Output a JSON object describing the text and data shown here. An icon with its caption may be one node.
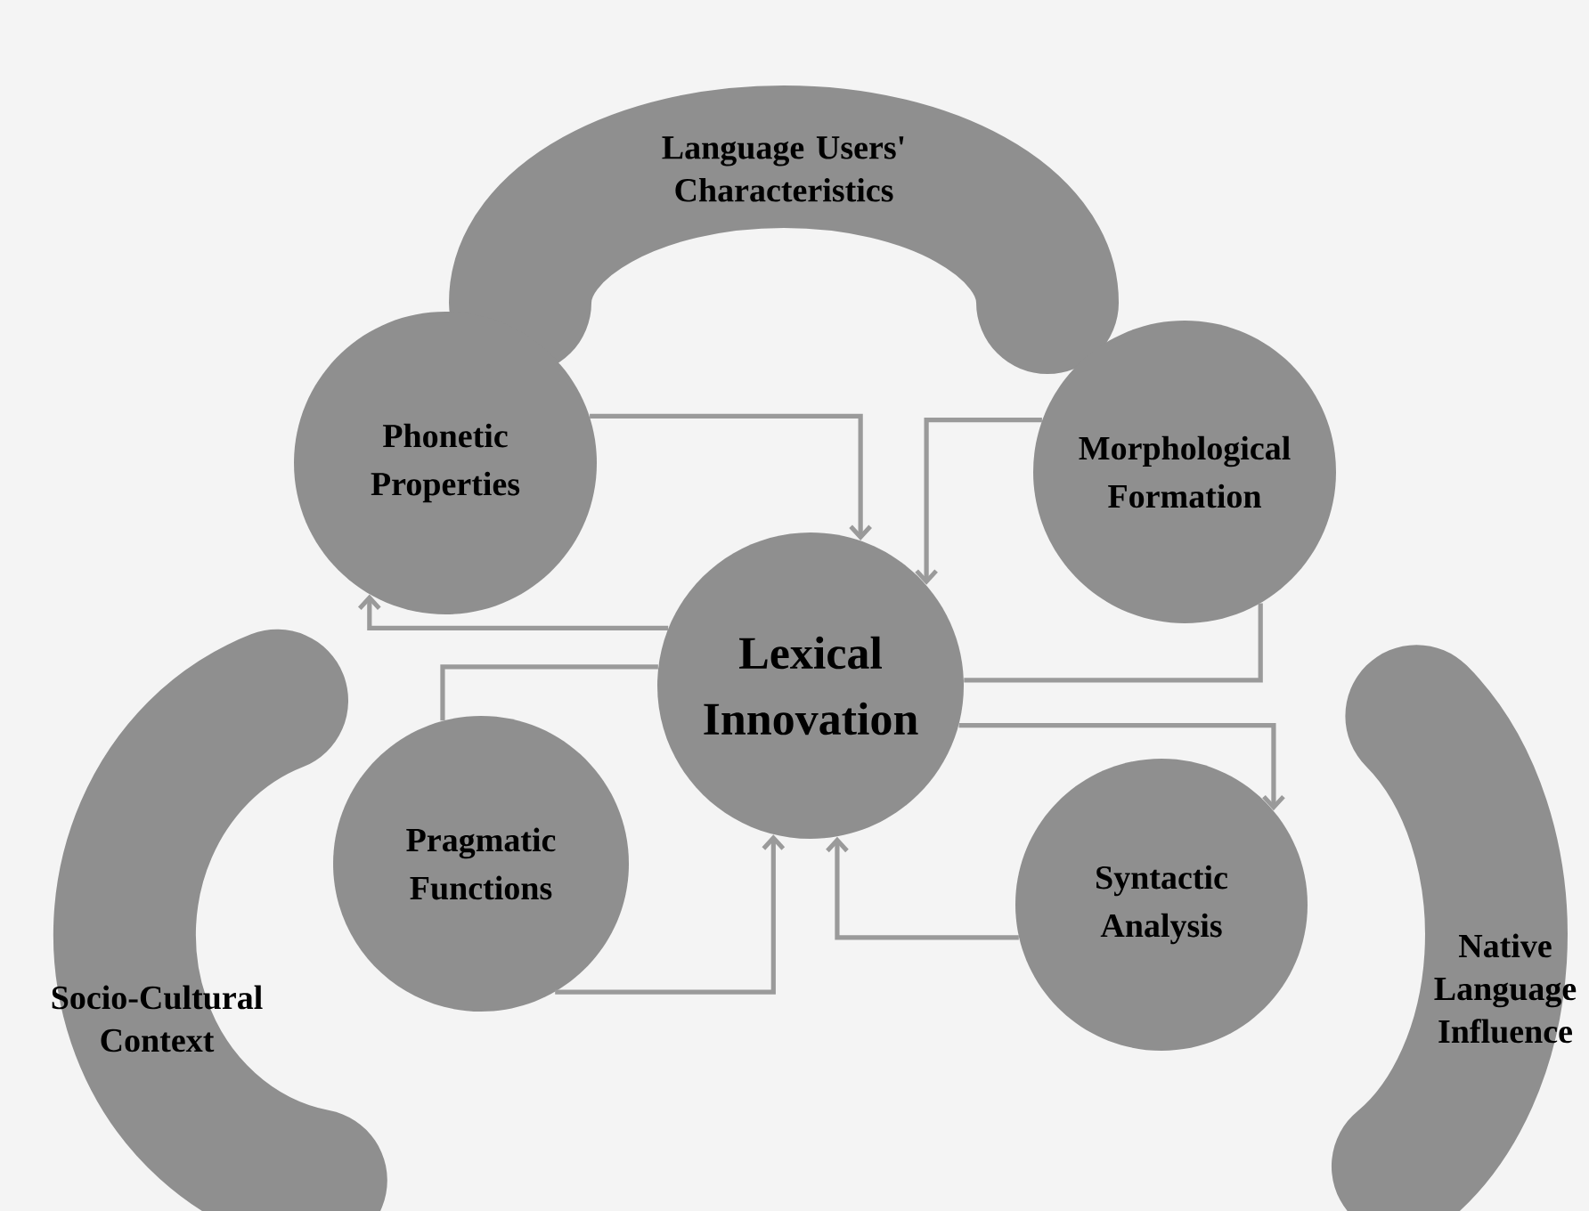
{
  "diagram": {
    "nodes": [
      {
        "text": [
          "Language Users' Characteristics"
        ]
      },
      {
        "text": [
          "Phonetic Properties"
        ]
      },
      {
        "text": [
          "Morphological Formation"
        ]
      },
      {
        "text": [
          "Lexical Innovation"
        ]
      },
      {
        "text": [
          "Pragmatic Functions"
        ]
      },
      {
        "text": [
          "Syntactic Analysis"
        ]
      },
      {
        "text": [
          "Socio-Cultural Context"
        ]
      },
      {
        "text": [
          "Native Language Influence"
        ]
      }
    ],
    "edges": [
      {
        "from": 1,
        "to": 3,
        "arrow": "to"
      },
      {
        "from": 2,
        "to": 3,
        "arrow": "to"
      },
      {
        "from": 3,
        "to": 1,
        "arrow": "to"
      },
      {
        "from": 4,
        "to": 3,
        "arrow": "none"
      },
      {
        "from": 4,
        "to": 3,
        "arrow": "to"
      },
      {
        "from": 5,
        "to": 3,
        "arrow": "to"
      },
      {
        "from": 2,
        "to": 3,
        "arrow": "none"
      },
      {
        "from": 3,
        "to": 5,
        "arrow": "to"
      }
    ]
  }
}
